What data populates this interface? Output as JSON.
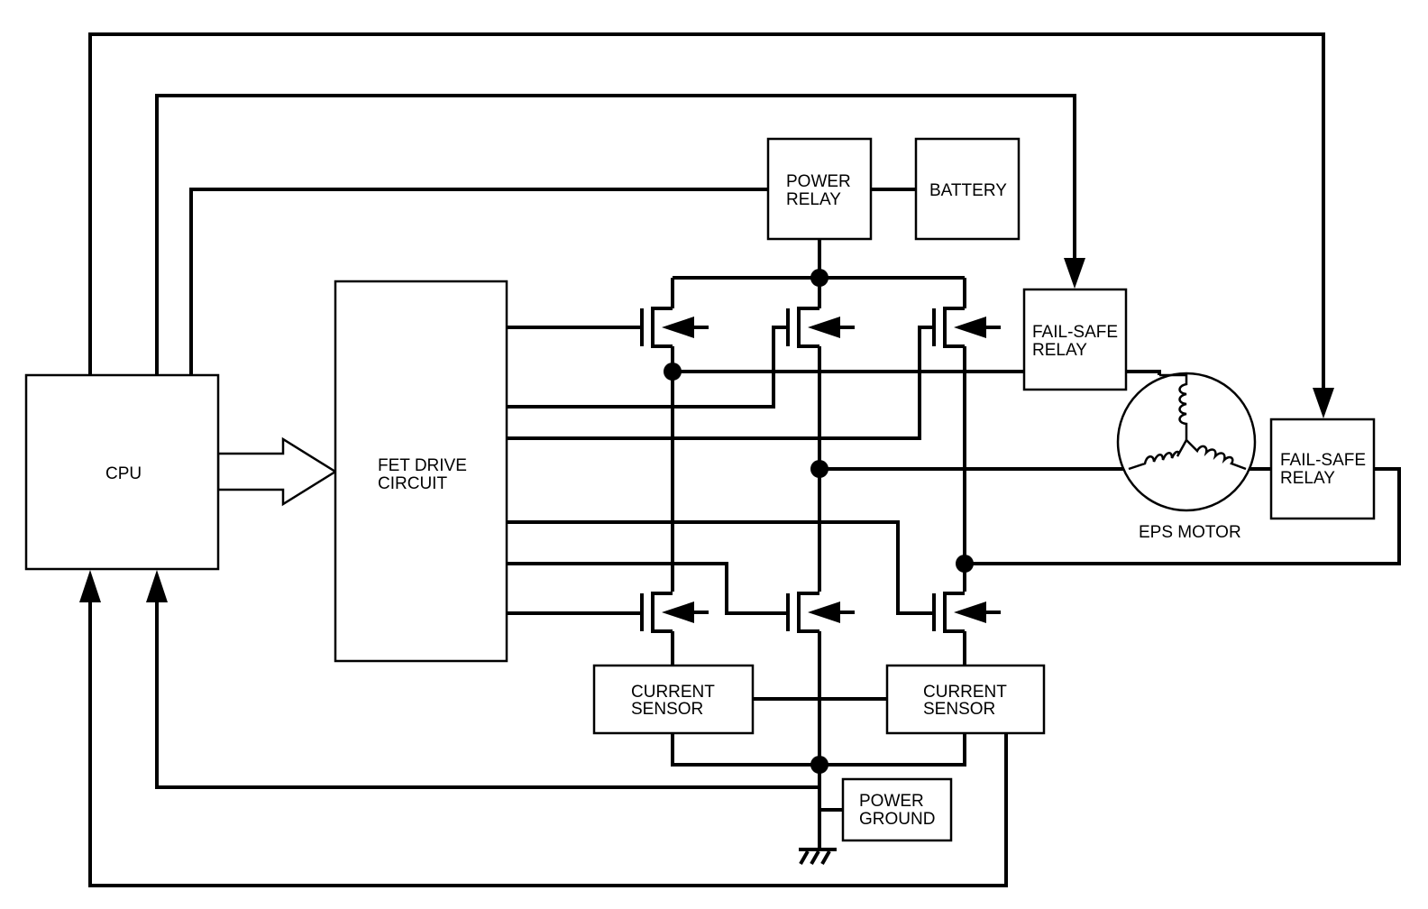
{
  "labels": {
    "cpu": "CPU",
    "fet_drive_1": "FET DRIVE",
    "fet_drive_2": "CIRCUIT",
    "power_relay_1": "POWER",
    "power_relay_2": "RELAY",
    "battery": "BATTERY",
    "failsafe_a_1": "FAIL-SAFE",
    "failsafe_a_2": "RELAY",
    "failsafe_b_1": "FAIL-SAFE",
    "failsafe_b_2": "RELAY",
    "eps_motor": "EPS MOTOR",
    "current_sensor_left_1": "CURRENT",
    "current_sensor_left_2": "SENSOR",
    "current_sensor_right_1": "CURRENT",
    "current_sensor_right_2": "SENSOR",
    "power_ground_1": "POWER",
    "power_ground_2": "GROUND"
  }
}
